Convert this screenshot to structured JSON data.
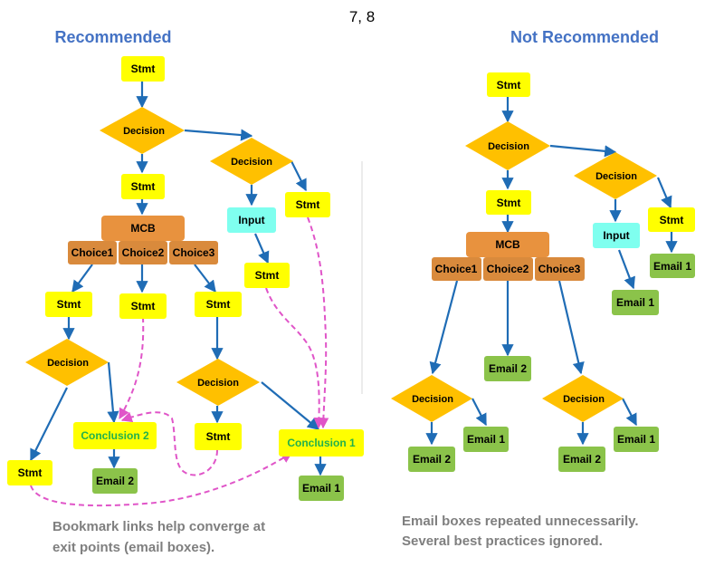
{
  "page_number": "7, 8",
  "headers": {
    "left": "Recommended",
    "right": "Not Recommended"
  },
  "captions": {
    "left_line1": "Bookmark links help converge at",
    "left_line2": "exit points (email boxes).",
    "right_line1": "Email boxes repeated unnecessarily.",
    "right_line2": "Several best practices ignored."
  },
  "labels": {
    "stmt": "Stmt",
    "decision": "Decision",
    "mcb": "MCB",
    "choice1": "Choice1",
    "choice2": "Choice2",
    "choice3": "Choice3",
    "input": "Input",
    "conclusion1": "Conclusion 1",
    "conclusion2": "Conclusion 2",
    "email1": "Email 1",
    "email2": "Email 2"
  },
  "colors": {
    "statement": "#FFFF00",
    "decision": "#FFC000",
    "mcb": "#E8923E",
    "input": "#7FFFEF",
    "email": "#8BC34A",
    "header": "#4472C4",
    "arrow": "#1F6CB5",
    "bookmark_link": "#E055C8"
  }
}
